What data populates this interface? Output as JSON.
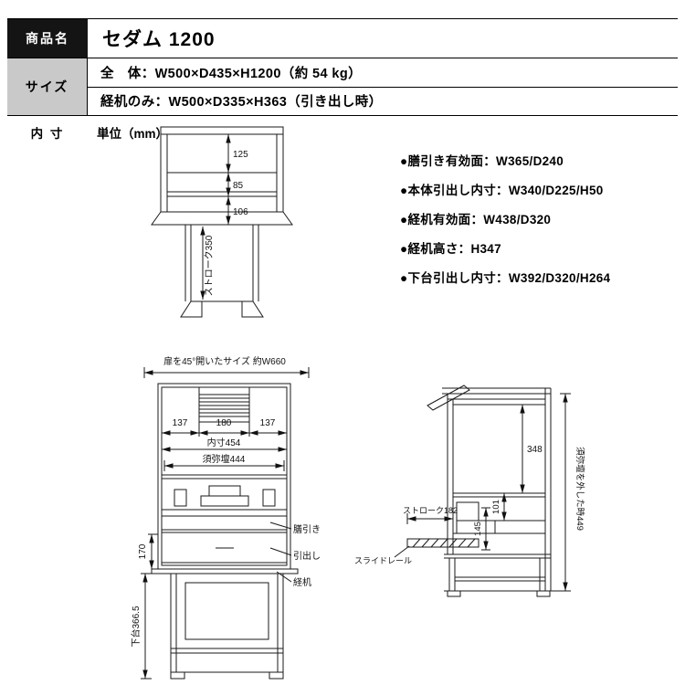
{
  "header": {
    "product_label": "商品名",
    "product_name": "セダム 1200",
    "size_label": "サイズ",
    "size_overall": "全　体：W500×D435×H1200（約 54 kg）",
    "size_desk": "経机のみ：W500×D335×H363（引き出し時）",
    "inner_label": "内 寸",
    "unit_note": "単位（mm）"
  },
  "specs": {
    "items": [
      "●膳引き有効面：W365/D240",
      "●本体引出し内寸：W340/D225/H50",
      "●経机有効面：W438/D320",
      "●経机高さ：H347",
      "●下台引出し内寸：W392/D320/H264"
    ]
  },
  "top_view": {
    "d125": "125",
    "d85": "85",
    "d106": "106",
    "stroke350": "ストローク350"
  },
  "front_view": {
    "door_open_width": "扉を45°開いたサイズ 約W660",
    "d137_left": "137",
    "d180": "180",
    "d137_right": "137",
    "inner_width": "内寸454",
    "shumidan_width": "須弥壇444",
    "label_zenbiki": "膳引き",
    "label_hikidashi": "引出し",
    "label_kyozukue": "経机",
    "d170": "170",
    "shimodai_height": "下台366.5"
  },
  "side_view": {
    "d348": "348",
    "d101": "101",
    "d145": "145",
    "stroke182": "ストローク182",
    "label_slide_rail": "スライドレール",
    "shumidan_removed_height": "須弥壇を外した時449"
  }
}
